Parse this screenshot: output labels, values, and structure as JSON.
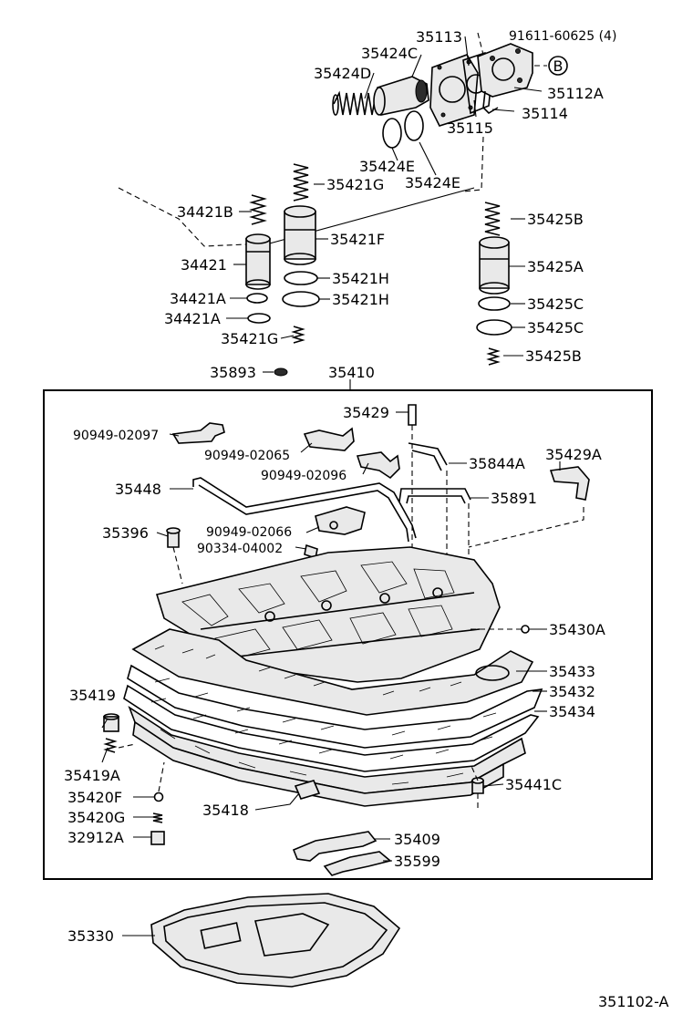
{
  "labels": [
    {
      "id": "35113",
      "text": "35113"
    },
    {
      "id": "91611-60625",
      "text": "91611-60625 (4)"
    },
    {
      "id": "35424C",
      "text": "35424C"
    },
    {
      "id": "35424D",
      "text": "35424D"
    },
    {
      "id": "35112A",
      "text": "35112A"
    },
    {
      "id": "35114",
      "text": "35114"
    },
    {
      "id": "35115",
      "text": "35115"
    },
    {
      "id": "35424E-1",
      "text": "35424E"
    },
    {
      "id": "35424E-2",
      "text": "35424E"
    },
    {
      "id": "35421G-1",
      "text": "35421G"
    },
    {
      "id": "34421B",
      "text": "34421B"
    },
    {
      "id": "35425B-1",
      "text": "35425B"
    },
    {
      "id": "35421F",
      "text": "35421F"
    },
    {
      "id": "34421",
      "text": "34421"
    },
    {
      "id": "35425A",
      "text": "35425A"
    },
    {
      "id": "35421H-1",
      "text": "35421H"
    },
    {
      "id": "34421A-1",
      "text": "34421A"
    },
    {
      "id": "35421H-2",
      "text": "35421H"
    },
    {
      "id": "35425C-1",
      "text": "35425C"
    },
    {
      "id": "34421A-2",
      "text": "34421A"
    },
    {
      "id": "35425C-2",
      "text": "35425C"
    },
    {
      "id": "35421G-2",
      "text": "35421G"
    },
    {
      "id": "35425B-2",
      "text": "35425B"
    },
    {
      "id": "35893",
      "text": "35893"
    },
    {
      "id": "35410",
      "text": "35410"
    },
    {
      "id": "35429",
      "text": "35429"
    },
    {
      "id": "90949-02097",
      "text": "90949-02097"
    },
    {
      "id": "90949-02065",
      "text": "90949-02065"
    },
    {
      "id": "35844A",
      "text": "35844A"
    },
    {
      "id": "35429A",
      "text": "35429A"
    },
    {
      "id": "90949-02096",
      "text": "90949-02096"
    },
    {
      "id": "35448",
      "text": "35448"
    },
    {
      "id": "35891",
      "text": "35891"
    },
    {
      "id": "35396",
      "text": "35396"
    },
    {
      "id": "90949-02066",
      "text": "90949-02066"
    },
    {
      "id": "90334-04002",
      "text": "90334-04002"
    },
    {
      "id": "35430A",
      "text": "35430A"
    },
    {
      "id": "35433",
      "text": "35433"
    },
    {
      "id": "35432",
      "text": "35432"
    },
    {
      "id": "35419",
      "text": "35419"
    },
    {
      "id": "35434",
      "text": "35434"
    },
    {
      "id": "35419A",
      "text": "35419A"
    },
    {
      "id": "35441C",
      "text": "35441C"
    },
    {
      "id": "35420F",
      "text": "35420F"
    },
    {
      "id": "35418",
      "text": "35418"
    },
    {
      "id": "35420G",
      "text": "35420G"
    },
    {
      "id": "32912A",
      "text": "32912A"
    },
    {
      "id": "35409",
      "text": "35409"
    },
    {
      "id": "35599",
      "text": "35599"
    },
    {
      "id": "35330",
      "text": "35330"
    }
  ],
  "callout_b": "B",
  "figure_code": "351102-A"
}
